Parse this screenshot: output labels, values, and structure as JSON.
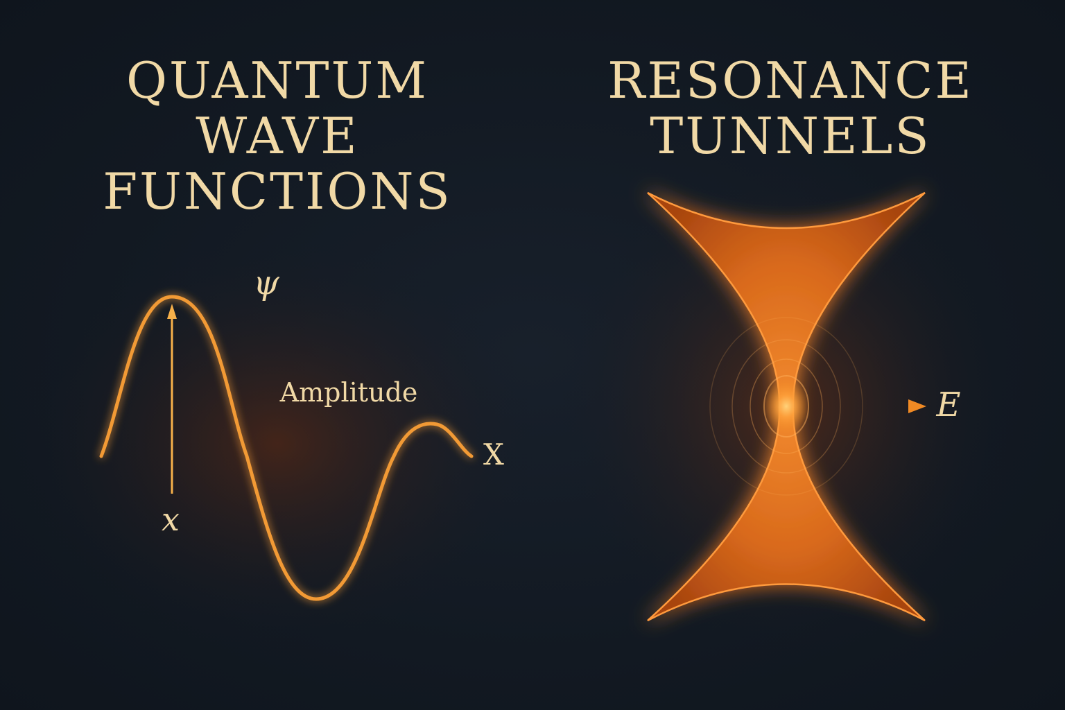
{
  "left_panel": {
    "title_lines": [
      "QUANTUM",
      "WAVE",
      "FUNCTIONS"
    ],
    "labels": {
      "psi": "ψ",
      "amplitude": "Amplitude",
      "x_axis": "X",
      "x_marker": "x"
    }
  },
  "right_panel": {
    "title_lines": [
      "RESONANCE",
      "TUNNELS"
    ],
    "labels": {
      "energy": "E"
    }
  },
  "colors": {
    "background": "#131a24",
    "text": "#f1d9a6",
    "accent": "#f08a24",
    "glow": "#e0641a"
  }
}
